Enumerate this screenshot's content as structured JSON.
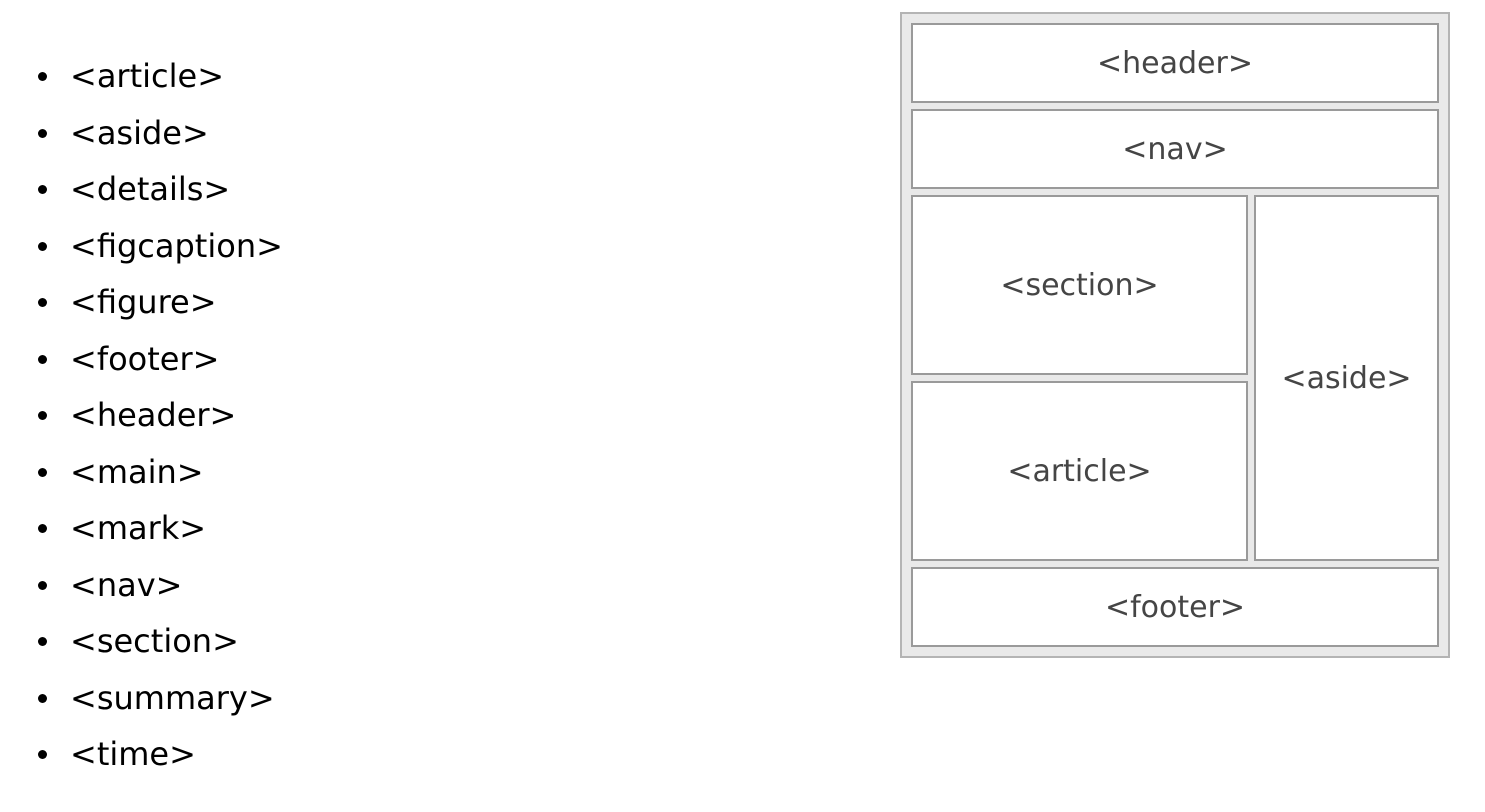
{
  "element_list": {
    "items": [
      {
        "label": "<article>"
      },
      {
        "label": "<aside>"
      },
      {
        "label": "<details>"
      },
      {
        "label": "<figcaption>"
      },
      {
        "label": "<figure>"
      },
      {
        "label": "<footer>"
      },
      {
        "label": "<header>"
      },
      {
        "label": "<main>"
      },
      {
        "label": "<mark>"
      },
      {
        "label": "<nav>"
      },
      {
        "label": "<section>"
      },
      {
        "label": "<summary>"
      },
      {
        "label": "<time>"
      }
    ]
  },
  "diagram": {
    "header_label": "<header>",
    "nav_label": "<nav>",
    "section_label": "<section>",
    "article_label": "<article>",
    "aside_label": "<aside>",
    "footer_label": "<footer>",
    "colors": {
      "frame_background": "#e9e9e9",
      "frame_border": "#b4b4b4",
      "box_background": "#ffffff",
      "box_border": "#9a9a9a",
      "box_text": "#454545"
    }
  }
}
